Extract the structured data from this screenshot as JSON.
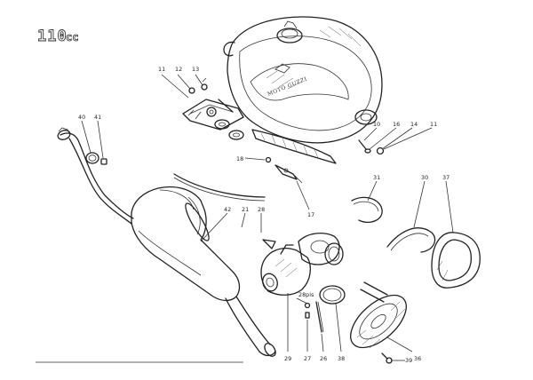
{
  "title": {
    "main": "110",
    "suffix": "cc"
  },
  "brand": "MOTO GUZZI",
  "labels": {
    "l11a": "11",
    "l12": "12",
    "l13": "13",
    "l10": "10",
    "l16": "16",
    "l14": "14",
    "l11b": "11",
    "l40": "40",
    "l41": "41",
    "l18": "18",
    "l17": "17",
    "l31": "31",
    "l30": "30",
    "l37": "37",
    "l42": "42",
    "l21": "21",
    "l28": "28",
    "l28pis": "28pis",
    "l29": "29",
    "l27": "27",
    "l26": "26",
    "l38": "38",
    "l39": "39",
    "l36": "36"
  }
}
